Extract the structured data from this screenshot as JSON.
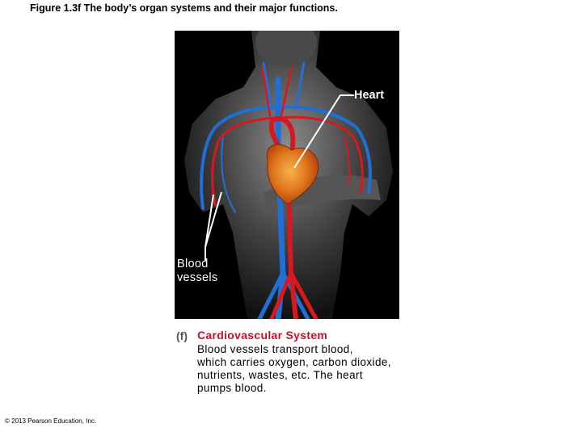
{
  "figure_title": "Figure 1.3f The body’s organ systems and their major functions.",
  "labels": {
    "heart": "Heart",
    "blood_vessels_line1": "Blood",
    "blood_vessels_line2": "vessels"
  },
  "caption": {
    "tag": "(f)",
    "heading": "Cardiovascular System",
    "body_lines": [
      "Blood vessels transport blood,",
      "which carries oxygen, carbon dioxide,",
      "nutrients, wastes, etc. The heart",
      "pumps blood."
    ]
  },
  "copyright": "© 2013 Pearson Education, Inc.",
  "colors": {
    "artery": "#d7181f",
    "vein": "#1f6fd6",
    "heart": "#e0761c",
    "heading": "#c8102e"
  }
}
